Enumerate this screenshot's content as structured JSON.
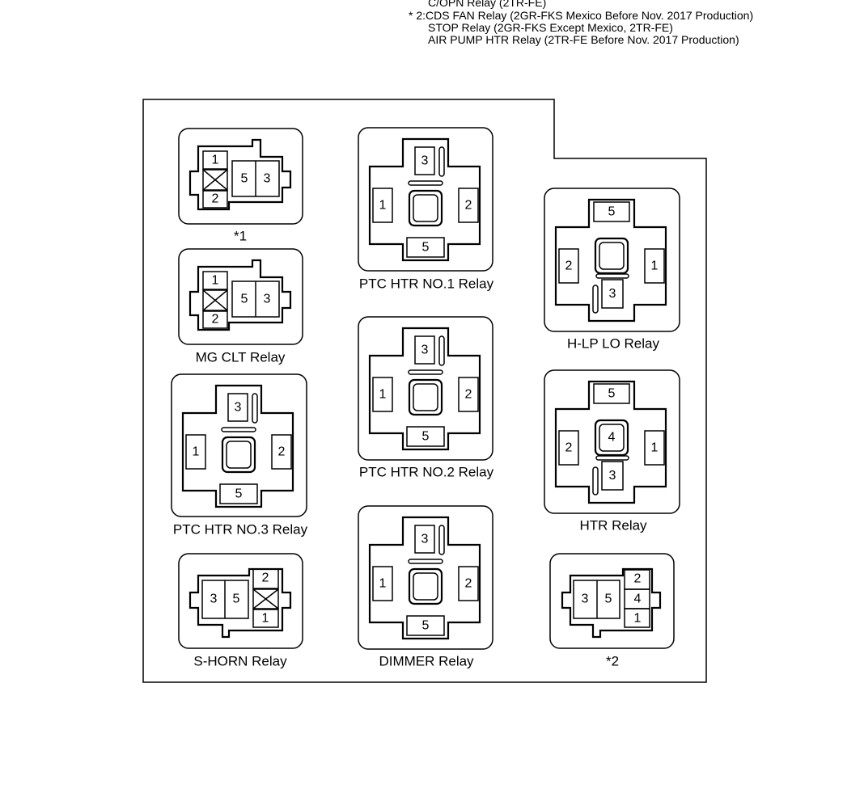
{
  "notes": [
    {
      "marker": "",
      "text": "C/OPN Relay (2TR-FE)"
    },
    {
      "marker": "* 2:",
      "text": "CDS FAN Relay (2GR-FKS Mexico Before Nov. 2017 Production)"
    },
    {
      "marker": "",
      "text": "STOP Relay (2GR-FKS Except Mexico, 2TR-FE)"
    },
    {
      "marker": "",
      "text": "AIR PUMP HTR Relay (2TR-FE Before Nov. 2017 Production)"
    }
  ],
  "relays": [
    {
      "id": "star1",
      "type": "mini_a",
      "label": "*1",
      "pins": {
        "t": "1",
        "b": "2",
        "m1": "5",
        "m2": "3"
      }
    },
    {
      "id": "mg-clt",
      "type": "mini_a",
      "label": "MG CLT Relay",
      "pins": {
        "t": "1",
        "b": "2",
        "m1": "5",
        "m2": "3"
      }
    },
    {
      "id": "ptc-htr-3",
      "type": "cross",
      "label": "PTC HTR NO.3 Relay",
      "pins": {
        "top": "3",
        "left": "1",
        "right": "2",
        "bottom": "5"
      }
    },
    {
      "id": "s-horn",
      "type": "mini_b",
      "label": "S-HORN Relay",
      "pins": {
        "m1": "3",
        "m2": "5",
        "t": "2",
        "b": "1"
      }
    },
    {
      "id": "ptc-htr-1",
      "type": "cross",
      "label": "PTC HTR NO.1 Relay",
      "pins": {
        "top": "3",
        "left": "1",
        "right": "2",
        "bottom": "5"
      }
    },
    {
      "id": "ptc-htr-2",
      "type": "cross",
      "label": "PTC HTR NO.2 Relay",
      "pins": {
        "top": "3",
        "left": "1",
        "right": "2",
        "bottom": "5"
      }
    },
    {
      "id": "dimmer",
      "type": "cross",
      "label": "DIMMER Relay",
      "pins": {
        "top": "3",
        "left": "1",
        "right": "2",
        "bottom": "5"
      }
    },
    {
      "id": "h-lp-lo",
      "type": "cross_inv",
      "label": "H-LP LO Relay",
      "pins": {
        "top": "5",
        "left": "2",
        "right": "1",
        "bottom": "3"
      }
    },
    {
      "id": "htr",
      "type": "cross_inv",
      "label": "HTR Relay",
      "pins": {
        "top": "5",
        "left": "2",
        "right": "1",
        "bottom": "3",
        "center": "4"
      }
    },
    {
      "id": "star2",
      "type": "mini_c",
      "label": "*2",
      "pins": {
        "m1": "3",
        "m2": "5",
        "t": "2",
        "c": "4",
        "b": "1"
      }
    }
  ]
}
